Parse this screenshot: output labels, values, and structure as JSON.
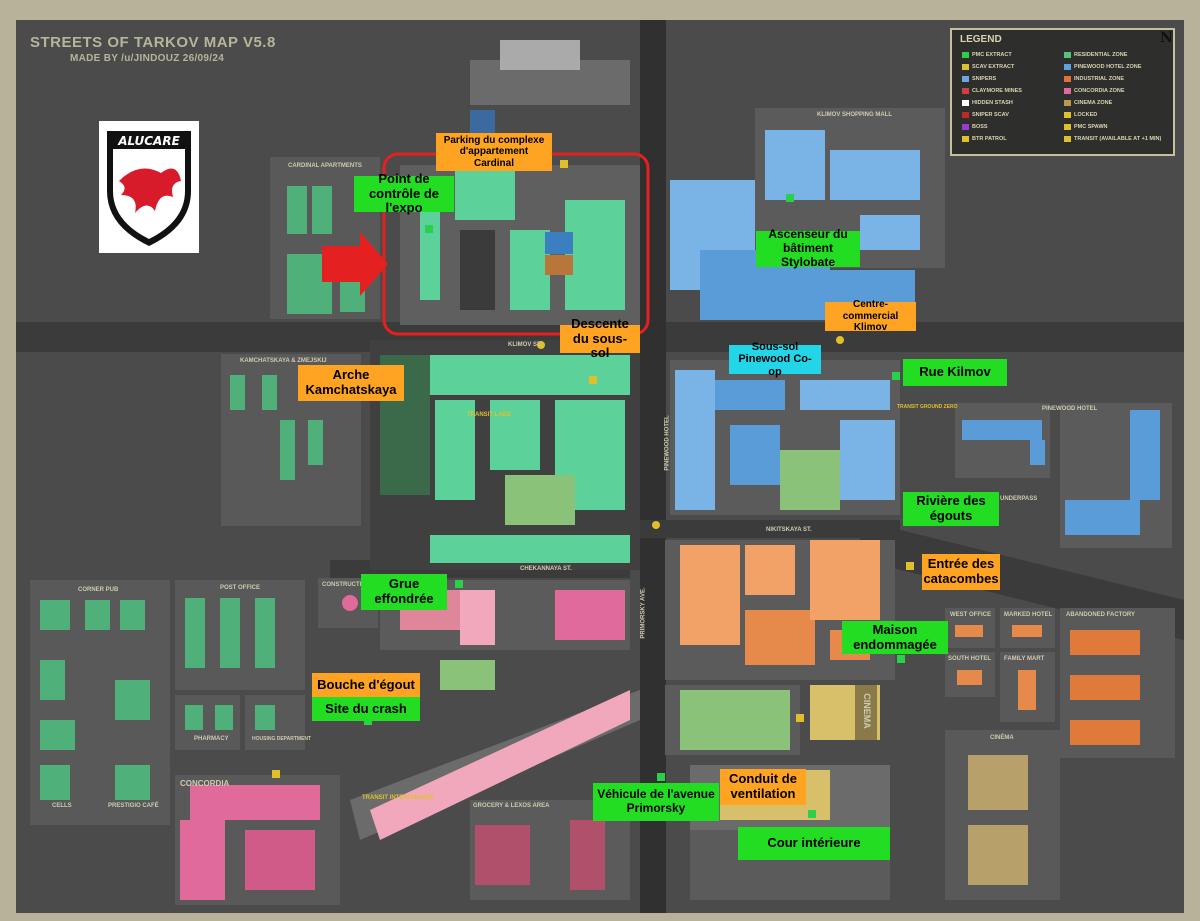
{
  "map": {
    "title": "STREETS OF TARKOV MAP V5.8",
    "credit": "MADE BY /u/JINDOUZ 26/09/24",
    "logo_text": "ALUCARE",
    "north": "N"
  },
  "legend": {
    "title": "LEGEND",
    "items": [
      {
        "label": "PMC EXTRACT",
        "color": "#2bd04a"
      },
      {
        "label": "SCAV EXTRACT",
        "color": "#e0c02a"
      },
      {
        "label": "SNIPERS",
        "color": "#6aa7e0"
      },
      {
        "label": "CLAYMORE MINES",
        "color": "#d04040"
      },
      {
        "label": "HIDDEN STASH",
        "color": "#ffffff"
      },
      {
        "label": "SNIPER SCAV",
        "color": "#c02828"
      },
      {
        "label": "BOSS",
        "color": "#9a3ad0"
      },
      {
        "label": "BTR PATROL",
        "color": "#e0c02a"
      },
      {
        "label": "RESIDENTIAL ZONE",
        "color": "#56c27a"
      },
      {
        "label": "PINEWOOD HOTEL ZONE",
        "color": "#5aa3dc"
      },
      {
        "label": "INDUSTRIAL ZONE",
        "color": "#e0713a"
      },
      {
        "label": "CONCORDIA ZONE",
        "color": "#e06a9a"
      },
      {
        "label": "CINEMA ZONE",
        "color": "#b89a4a"
      },
      {
        "label": "LOCKED",
        "color": "#e0c02a"
      },
      {
        "label": "PMC SPAWN",
        "color": "#e0c02a"
      },
      {
        "label": "TRANSIT (AVAILABLE AT +1 MIN)",
        "color": "#e0c02a"
      }
    ]
  },
  "area_names": {
    "cardinal": "CARDINAL APARTMENTS",
    "klimov_mall": "KLIMOV SHOPPING MALL",
    "kamchatskaya": "KAMCHATSKAYA & ZMEJSKIJ",
    "pinewood_hotel": "PINEWOOD HOTEL",
    "underpass": "UNDERPASS",
    "corner_pub": "CORNER PUB",
    "post_office": "POST OFFICE",
    "construction": "CONSTRUCTION",
    "pharmacy": "PHARMACY",
    "housing": "HOUSING DEPARTMENT",
    "concordia": "CONCORDIA",
    "cells": "CELLS",
    "prestigio": "PRESTIGIO CAFÉ",
    "grocery": "GROCERY & LEXOS AREA",
    "west_office": "WEST OFFICE",
    "marked_hotel": "MARKED HOTEL",
    "abandoned_factory": "ABANDONED FACTORY",
    "south_hotel": "SOUTH HOTEL",
    "family_mart": "FAMILY MART",
    "cinema_area": "CINÉMA",
    "cinema_sign": "CINEMA",
    "klimov_st": "KLIMOV ST.",
    "chekannaya_st": "CHEKANNAYA ST.",
    "nikitskaya_st": "NIKITSKAYA ST.",
    "primorsky_ave": "PRIMORSKY AVE.",
    "pinewood_hotel_st": "PINEWOOD HOTEL",
    "transit_labs": "TRANSIT LABS",
    "transit_interchange": "TRANSIT INTERCHANGE",
    "transit_ground_zero": "TRANSIT GROUND ZERO"
  },
  "labels": {
    "parking_cardinal": "Parking du complexe d'appartement Cardinal",
    "point_controle": "Point de contrôle de l'expo",
    "ascenseur": "Ascenseur du bâtiment Stylobate",
    "centre_commercial": "Centre-commercial Klimov",
    "descente": "Descente du sous-sol",
    "sous_sol_pinewood": "Sous-sol Pinewood Co-op",
    "rue_kilmov": "Rue Kilmov",
    "arche": "Arche Kamchatskaya",
    "riviere": "Rivière des égouts",
    "entree_catacombes": "Entrée des catacombes",
    "grue": "Grue effondrée",
    "maison": "Maison endommagée",
    "bouche": "Bouche d'égout",
    "site_crash": "Site du crash",
    "vehicule": "Véhicule de l'avenue Primorsky",
    "conduit": "Conduit de ventilation",
    "cour": "Cour intérieure"
  }
}
